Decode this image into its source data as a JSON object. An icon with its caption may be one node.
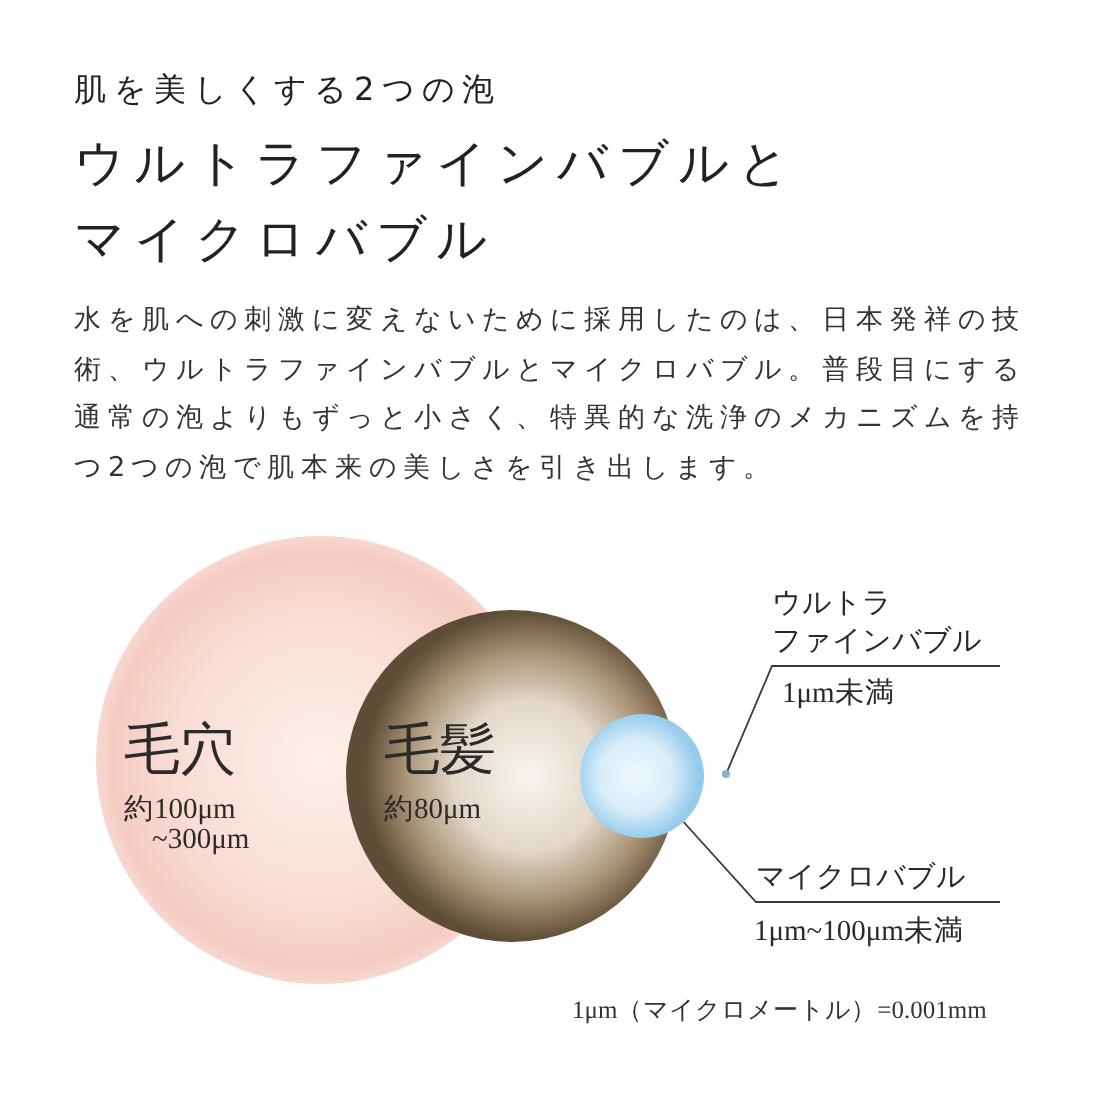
{
  "diagram": {
    "title": "ウルトラファインバブルとマイクロバブル",
    "nodes": [
      {
        "text": [
          "毛穴",
          "約100μm ~300μm"
        ]
      },
      {
        "text": [
          "毛髪",
          "約80μm"
        ]
      },
      {
        "text": [],
        "shape": "circle"
      },
      {
        "text": [],
        "shape": "circle"
      },
      {
        "text": [
          "ウルトラファインバブル"
        ],
        "beside": [
          "1μm未満"
        ]
      },
      {
        "text": [
          "マイクロバブル"
        ],
        "beside": [
          "1μm~100μm未満"
        ]
      }
    ],
    "edges": [
      {
        "from": 4,
        "to": 3,
        "arrow": "none"
      },
      {
        "from": 5,
        "to": 2,
        "arrow": "none"
      }
    ],
    "labels": [
      "肌を美しくする2つの泡",
      "水を肌への刺激に変えないために採用したのは、日本発祥の技術、ウルトラファインバブルとマイクロバブル。普段目にする通常の泡よりもずっと小さく、特異的な洗浄のメカニズムを持つ2つの泡で肌本来の美しさを引き出します。",
      "1μm（マイクロメートル）=0.001mm"
    ]
  }
}
